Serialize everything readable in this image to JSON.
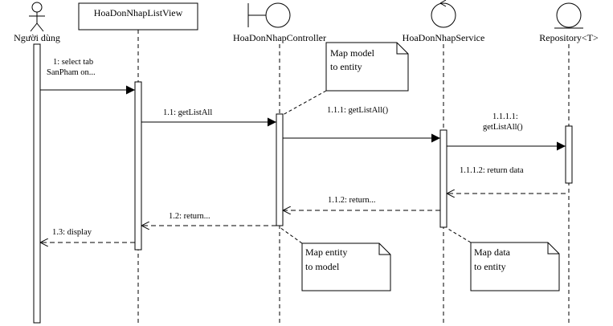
{
  "participants": {
    "user": {
      "name": "Người dùng",
      "kind": "actor"
    },
    "view": {
      "name": "HoaDonNhapListView",
      "kind": "object"
    },
    "controller": {
      "name": "HoaDonNhapController",
      "kind": "boundary"
    },
    "service": {
      "name": "HoaDonNhapService",
      "kind": "control"
    },
    "repository": {
      "name": "Repository<T>",
      "kind": "entity"
    }
  },
  "messages": {
    "m1": {
      "line1": "1: select tab",
      "line2": "SanPham on..."
    },
    "m11": "1.1: getListAll",
    "m111": "1.1.1: getListAll()",
    "m1111": {
      "line1": "1.1.1.1:",
      "line2": "getListAll()"
    },
    "m1112": "1.1.1.2: return data",
    "m112": "1.1.2: return...",
    "m12": "1.2: return...",
    "m13": "1.3: display"
  },
  "notes": {
    "controller_top": {
      "line1": "Map model",
      "line2": "to entity"
    },
    "controller_bottom": {
      "line1": "Map entity",
      "line2": "to model"
    },
    "service_bottom": {
      "line1": "Map data",
      "line2": "to entity"
    }
  }
}
